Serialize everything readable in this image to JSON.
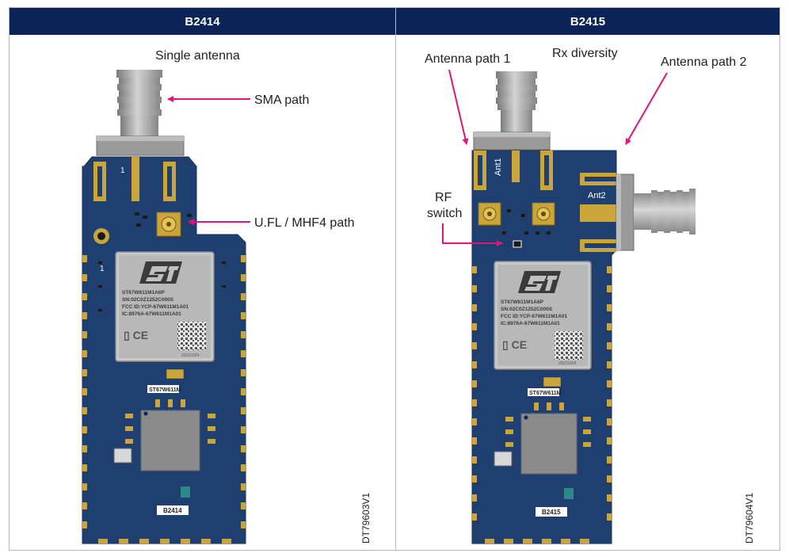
{
  "panels": [
    {
      "header": "B2414",
      "subtitle": "Single antenna",
      "callouts": [
        "SMA path",
        "U.FL / MHF4 path"
      ],
      "board_silk": "1",
      "module_text": [
        "ST67W611M1A6P",
        "SN:02C0Z1252C000S",
        "FCC ID:YCP-67W611M1A01",
        "IC:8976A-67W611M1A01"
      ],
      "module_date": "20221024",
      "part_label": "ST67W611M",
      "board_id": "B2414",
      "doc_id": "DT79603V1"
    },
    {
      "header": "B2415",
      "subtitle": "Rx diversity",
      "callouts": [
        "Antenna path 1",
        "Antenna path 2",
        "RF",
        "switch"
      ],
      "ant_labels": [
        "Ant1",
        "Ant2"
      ],
      "module_text": [
        "ST67W611M1A6P",
        "SN:02C0Z1252C000S",
        "FCC ID:YCP-67W611M1A01",
        "IC:8976A-67W611M1A01"
      ],
      "module_date": "20221024",
      "part_label": "ST67W611M",
      "board_id": "B2415",
      "doc_id": "DT79604V1"
    }
  ],
  "colors": {
    "header_bg": "#0c2358",
    "pcb": "#1e3e6e",
    "arrow": "#e0147a",
    "gold": "#c9a53a"
  }
}
